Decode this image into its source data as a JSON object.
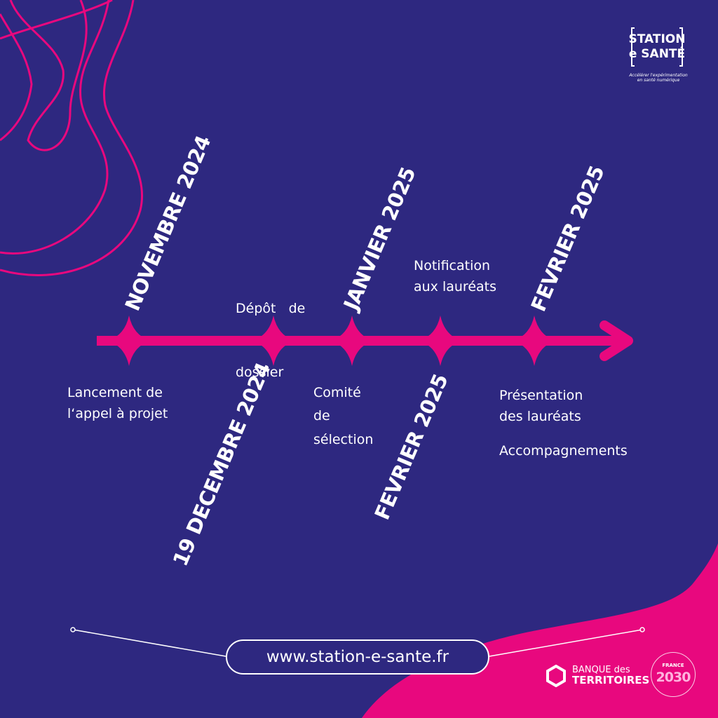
{
  "colors": {
    "background": "#2e2880",
    "accent": "#e8087e",
    "text": "#ffffff"
  },
  "logo": {
    "line1": "STATION",
    "line2": "e SANTÉ",
    "tagline_1": "Accélérer l'expérimentation",
    "tagline_2": "en santé numérique"
  },
  "dates": [
    {
      "text": "NOVEMBRE 2024"
    },
    {
      "text": "19 DECEMBRE 2024"
    },
    {
      "text": "JANVIER 2025"
    },
    {
      "text": "FEVRIER 2025"
    },
    {
      "text": "FEVRIER 2025"
    }
  ],
  "labels": {
    "lancement": [
      "Lancement de",
      "l‘appel à projet"
    ],
    "depot": [
      "Dépôt   de",
      "dossier"
    ],
    "comite": [
      "Comité",
      "de",
      "sélection"
    ],
    "notification": [
      "Notification",
      "aux lauréats"
    ],
    "presentation": [
      "Présentation",
      "des lauréats"
    ],
    "accompagnements": "Accompagnements"
  },
  "footer": {
    "url": "www.station-e-sante.fr",
    "bdt_line1": "BANQUE des",
    "bdt_line2": "TERRITOIRES",
    "france_top": "FRANCE",
    "france_num": "2030"
  }
}
